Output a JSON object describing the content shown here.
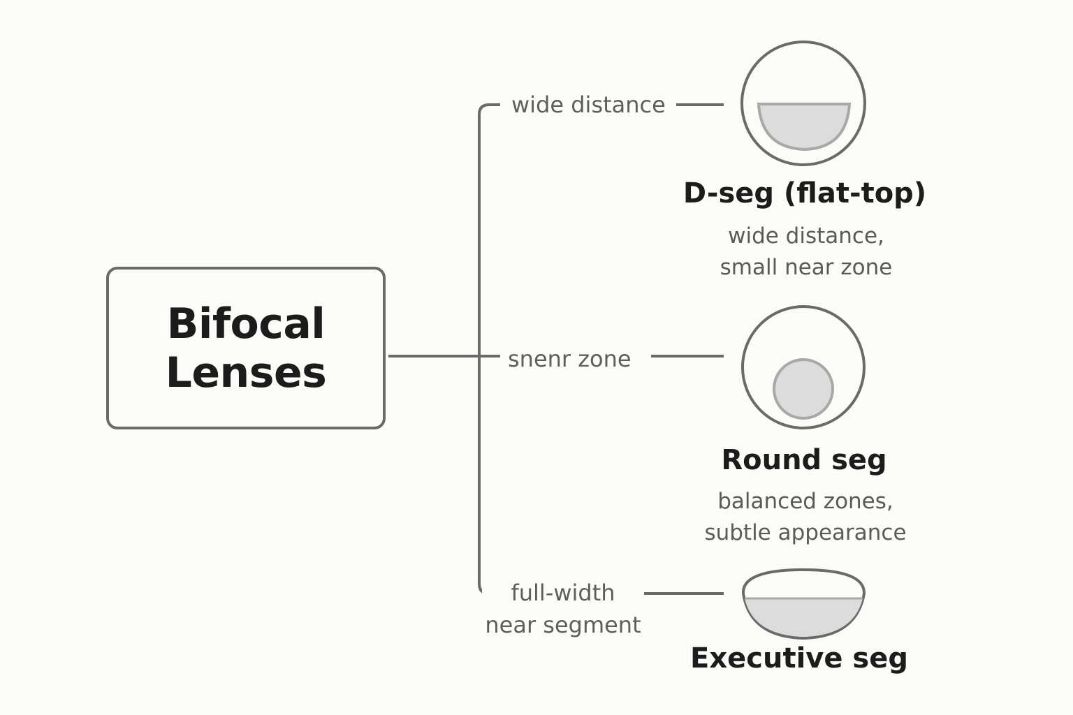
{
  "root": {
    "line1": "Bifocal",
    "line2": "Lenses"
  },
  "branches": [
    {
      "label": "wide distance",
      "title": "D-seg (flat-top)",
      "desc_line1": "wide distance,",
      "desc_line2": "small near zone",
      "icon": "d-seg-lens-icon"
    },
    {
      "label": "snenr zone",
      "title": "Round seg",
      "desc_line1": "balanced zones,",
      "desc_line2": "subtle appearance",
      "icon": "round-seg-lens-icon"
    },
    {
      "label_line1": "full-width",
      "label_line2": "near segment",
      "title": "Executive seg",
      "icon": "executive-seg-lens-icon"
    }
  ],
  "colors": {
    "line": "#6a6a6a",
    "segment_fill": "#dcdcdc",
    "segment_stroke": "#a8a8a8",
    "background": "#fbfbf8"
  }
}
